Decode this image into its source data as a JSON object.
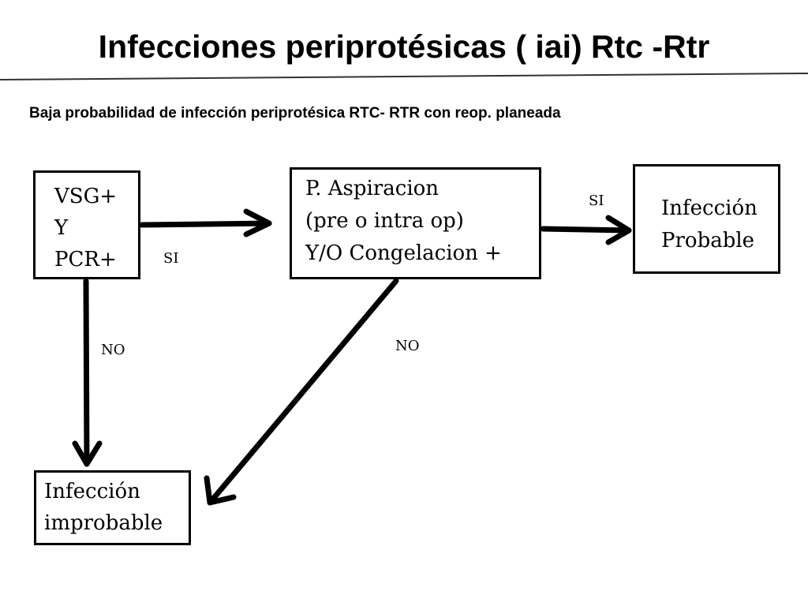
{
  "title": "Infecciones periprotésicas ( iai) Rtc -Rtr",
  "subtitle": "Baja probabilidad de infección periprotésica RTC- RTR con reop. planeada",
  "nodes": {
    "vsg": {
      "lines": [
        "VSG+",
        "Y",
        "PCR+"
      ]
    },
    "aspiracion": {
      "lines": [
        "P. Aspiracion",
        "(pre o intra op)",
        "Y/O Congelacion +"
      ]
    },
    "probable": {
      "lines": [
        "Infección",
        "Probable"
      ]
    },
    "improbable": {
      "lines": [
        "Infección",
        "improbable"
      ]
    }
  },
  "edges": {
    "vsg_to_asp": "SI",
    "asp_to_prob": "SI",
    "vsg_to_improb": "NO",
    "asp_to_improb": "NO"
  },
  "colors": {
    "stroke": "#000000",
    "background": "#ffffff"
  }
}
